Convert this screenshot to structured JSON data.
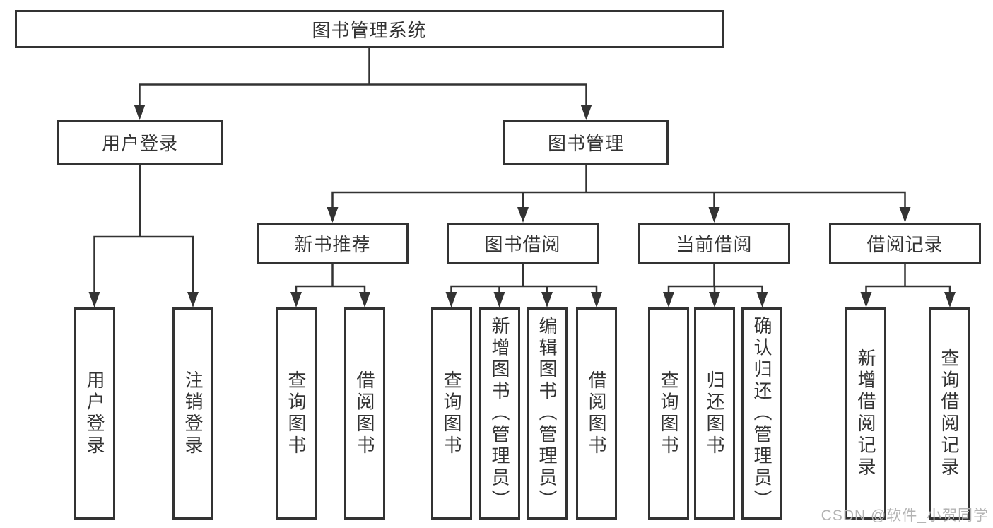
{
  "diagram": {
    "root": "图书管理系统",
    "login": {
      "label": "用户登录",
      "children": [
        "用户登录",
        "注销登录"
      ]
    },
    "management": {
      "label": "图书管理",
      "groups": {
        "new_book": {
          "label": "新书推荐",
          "children": [
            "查询图书",
            "借阅图书"
          ]
        },
        "borrow": {
          "label": "图书借阅",
          "children": [
            "查询图书",
            "新增图书（管理员）",
            "编辑图书（管理员）",
            "借阅图书"
          ]
        },
        "current": {
          "label": "当前借阅",
          "children": [
            "查询图书",
            "归还图书",
            "确认归还（管理员）"
          ]
        },
        "records": {
          "label": "借阅记录",
          "children": [
            "新增借阅记录",
            "查询借阅记录"
          ]
        }
      }
    }
  },
  "watermark": "CSDN @软件_小贺同学",
  "colors": {
    "line": "#333333",
    "text": "#333333",
    "watermark": "#b3b3b3",
    "background": "#ffffff"
  }
}
